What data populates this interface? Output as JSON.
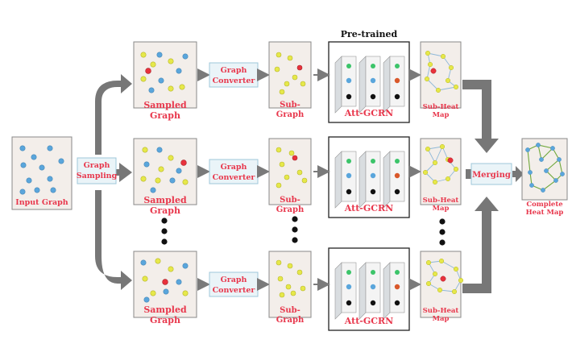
{
  "labels": {
    "pretrained": "Pre-trained",
    "input_graph": "Input Graph",
    "graph_sampling": [
      "Graph",
      "Sampling"
    ],
    "sampled_graph": [
      "Sampled",
      "Graph"
    ],
    "graph_converter": [
      "Graph",
      "Converter"
    ],
    "sub_graph": [
      "Sub-",
      "Graph"
    ],
    "att_gcrn": "Att-GCRN",
    "sub_heat_map": [
      "Sub-Heat",
      "Map"
    ],
    "merging": "Merging",
    "complete_heat_map": [
      "Complete",
      "Heat Map"
    ]
  },
  "colors": {
    "label_red": "#e8374c",
    "arrow_gray": "#7a7a7a",
    "panel_fill": "#f3eeea",
    "node_blue": "#5aa6dc",
    "node_yellow": "#e6e84a",
    "node_red": "#e8323c",
    "node_green": "#3cc46a",
    "node_orange": "#d9582a",
    "node_black": "#111111",
    "edge_green": "#6fa83a",
    "box_fill": "#eaf4f8",
    "box_stroke": "#9fc7da"
  }
}
